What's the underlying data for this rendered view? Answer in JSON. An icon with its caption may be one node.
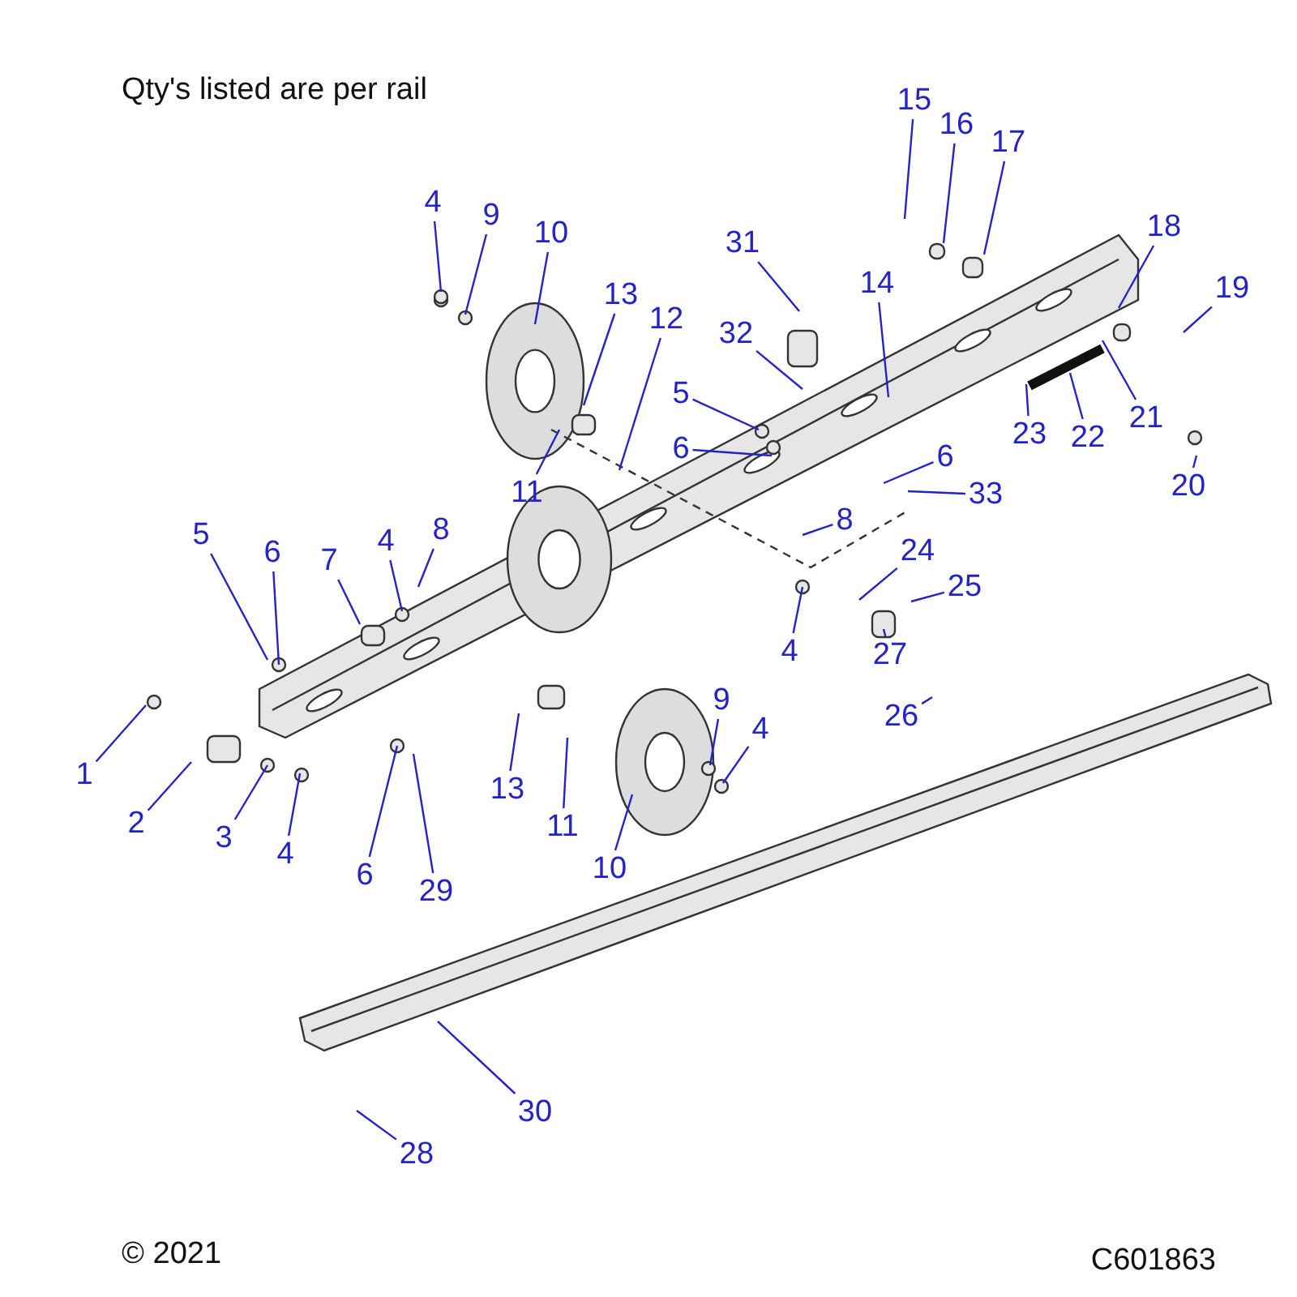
{
  "diagram": {
    "nodes": [
      {
        "text": [
          "1"
        ]
      },
      {
        "text": [
          "2"
        ]
      },
      {
        "text": [
          "3"
        ]
      },
      {
        "text": [
          "4"
        ]
      },
      {
        "text": [
          "4"
        ]
      },
      {
        "text": [
          "9"
        ]
      },
      {
        "text": [
          "10"
        ]
      },
      {
        "text": [
          "13"
        ]
      },
      {
        "text": [
          "12"
        ]
      },
      {
        "text": [
          "11"
        ]
      },
      {
        "text": [
          "5"
        ]
      },
      {
        "text": [
          "6"
        ]
      },
      {
        "text": [
          "7"
        ]
      },
      {
        "text": [
          "4"
        ]
      },
      {
        "text": [
          "8"
        ]
      },
      {
        "text": [
          "31"
        ]
      },
      {
        "text": [
          "32"
        ]
      },
      {
        "text": [
          "5"
        ]
      },
      {
        "text": [
          "6"
        ]
      },
      {
        "text": [
          "14"
        ]
      },
      {
        "text": [
          "15"
        ]
      },
      {
        "text": [
          "16"
        ]
      },
      {
        "text": [
          "17"
        ]
      },
      {
        "text": [
          "18"
        ]
      },
      {
        "text": [
          "19"
        ]
      },
      {
        "text": [
          "20"
        ]
      },
      {
        "text": [
          "21"
        ]
      },
      {
        "text": [
          "22"
        ]
      },
      {
        "text": [
          "23"
        ]
      },
      {
        "text": [
          "6"
        ]
      },
      {
        "text": [
          "33"
        ]
      },
      {
        "text": [
          "8"
        ]
      },
      {
        "text": [
          "24"
        ]
      },
      {
        "text": [
          "25"
        ]
      },
      {
        "text": [
          "4"
        ]
      },
      {
        "text": [
          "27"
        ]
      },
      {
        "text": [
          "26"
        ]
      },
      {
        "text": [
          "9"
        ]
      },
      {
        "text": [
          "4"
        ]
      },
      {
        "text": [
          "13"
        ]
      },
      {
        "text": [
          "11"
        ]
      },
      {
        "text": [
          "10"
        ]
      },
      {
        "text": [
          "6"
        ]
      },
      {
        "text": [
          "29"
        ]
      },
      {
        "text": [
          "30"
        ]
      },
      {
        "text": [
          "28"
        ]
      }
    ],
    "edges": [
      {
        "from": 0,
        "to": null,
        "arrow": "none"
      },
      {
        "from": 1,
        "to": null,
        "arrow": "none"
      },
      {
        "from": 2,
        "to": null,
        "arrow": "none"
      },
      {
        "from": 3,
        "to": null,
        "arrow": "none"
      },
      {
        "from": 4,
        "to": null,
        "arrow": "none"
      },
      {
        "from": 5,
        "to": null,
        "arrow": "none"
      },
      {
        "from": 6,
        "to": null,
        "arrow": "none"
      },
      {
        "from": 7,
        "to": null,
        "arrow": "none"
      },
      {
        "from": 8,
        "to": null,
        "arrow": "none"
      },
      {
        "from": 9,
        "to": null,
        "arrow": "none"
      },
      {
        "from": 10,
        "to": null,
        "arrow": "none"
      },
      {
        "from": 11,
        "to": null,
        "arrow": "none"
      },
      {
        "from": 12,
        "to": null,
        "arrow": "none"
      },
      {
        "from": 13,
        "to": null,
        "arrow": "none"
      },
      {
        "from": 14,
        "to": null,
        "arrow": "none"
      },
      {
        "from": 15,
        "to": null,
        "arrow": "none"
      },
      {
        "from": 16,
        "to": null,
        "arrow": "none"
      },
      {
        "from": 17,
        "to": null,
        "arrow": "none"
      },
      {
        "from": 18,
        "to": null,
        "arrow": "none"
      },
      {
        "from": 19,
        "to": null,
        "arrow": "none"
      },
      {
        "from": 20,
        "to": null,
        "arrow": "none"
      },
      {
        "from": 21,
        "to": null,
        "arrow": "none"
      },
      {
        "from": 22,
        "to": null,
        "arrow": "none"
      },
      {
        "from": 23,
        "to": null,
        "arrow": "none"
      },
      {
        "from": 24,
        "to": null,
        "arrow": "none"
      },
      {
        "from": 25,
        "to": null,
        "arrow": "none"
      },
      {
        "from": 26,
        "to": null,
        "arrow": "none"
      },
      {
        "from": 27,
        "to": null,
        "arrow": "none"
      },
      {
        "from": 28,
        "to": null,
        "arrow": "none"
      },
      {
        "from": 29,
        "to": null,
        "arrow": "none"
      },
      {
        "from": 30,
        "to": null,
        "arrow": "none"
      },
      {
        "from": 31,
        "to": null,
        "arrow": "none"
      },
      {
        "from": 32,
        "to": null,
        "arrow": "none"
      },
      {
        "from": 33,
        "to": null,
        "arrow": "none"
      },
      {
        "from": 34,
        "to": null,
        "arrow": "none"
      },
      {
        "from": 35,
        "to": null,
        "arrow": "none"
      },
      {
        "from": 36,
        "to": null,
        "arrow": "none"
      },
      {
        "from": 37,
        "to": null,
        "arrow": "none"
      },
      {
        "from": 38,
        "to": null,
        "arrow": "none"
      },
      {
        "from": 39,
        "to": null,
        "arrow": "none"
      },
      {
        "from": 40,
        "to": null,
        "arrow": "none"
      },
      {
        "from": 41,
        "to": null,
        "arrow": "none"
      },
      {
        "from": 42,
        "to": null,
        "arrow": "none"
      },
      {
        "from": 43,
        "to": null,
        "arrow": "none"
      },
      {
        "from": 44,
        "to": null,
        "arrow": "none"
      },
      {
        "from": 45,
        "to": null,
        "arrow": "none"
      }
    ],
    "labels": [
      "Qty's listed are per rail",
      "© 2021",
      "C601863"
    ]
  }
}
